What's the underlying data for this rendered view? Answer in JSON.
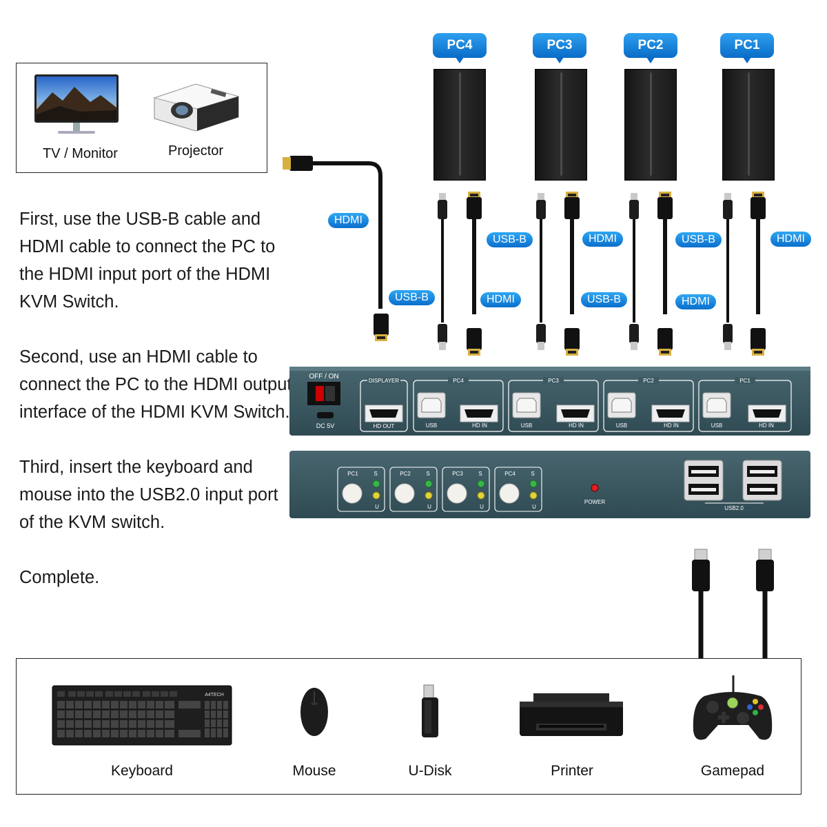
{
  "output_devices": {
    "tv_label": "TV / Monitor",
    "projector_label": "Projector"
  },
  "pcs": [
    {
      "label": "PC4"
    },
    {
      "label": "PC3"
    },
    {
      "label": "PC2"
    },
    {
      "label": "PC1"
    }
  ],
  "cable_labels": {
    "hdmi": "HDMI",
    "usb_b": "USB-B"
  },
  "instructions": [
    "First, use the USB-B cable and HDMI cable to connect the PC to the HDMI input port of the HDMI KVM Switch.",
    "Second, use an HDMI cable to connect the PC to the HDMI output interface of the HDMI KVM Switch.",
    "Third, insert the keyboard and mouse into the USB2.0 input port of the KVM switch.",
    "Complete."
  ],
  "rear_panel": {
    "switch_label": "OFF / ON",
    "dc_label": "DC 5V",
    "displayer_label": "DISPLAYER",
    "hd_out_label": "HD OUT",
    "groups": [
      {
        "label": "PC4",
        "usb": "USB",
        "hdin": "HD IN"
      },
      {
        "label": "PC3",
        "usb": "USB",
        "hdin": "HD IN"
      },
      {
        "label": "PC2",
        "usb": "USB",
        "hdin": "HD IN"
      },
      {
        "label": "PC1",
        "usb": "USB",
        "hdin": "HD IN"
      }
    ]
  },
  "front_panel": {
    "buttons": [
      {
        "label": "PC1",
        "s": "S",
        "u": "U"
      },
      {
        "label": "PC2",
        "s": "S",
        "u": "U"
      },
      {
        "label": "PC3",
        "s": "S",
        "u": "U"
      },
      {
        "label": "PC4",
        "s": "S",
        "u": "U"
      }
    ],
    "power_label": "POWER",
    "usb_label": "USB2.0"
  },
  "keyboard_brand": "A4TECH",
  "peripherals": [
    {
      "label": "Keyboard"
    },
    {
      "label": "Mouse"
    },
    {
      "label": "U-Disk"
    },
    {
      "label": "Printer"
    },
    {
      "label": "Gamepad"
    }
  ],
  "colors": {
    "badge_blue": "#0a6fcc",
    "panel_slate": "#3a5660",
    "led_green": "#39b54a",
    "led_yellow": "#e0d23a",
    "power_led_red": "#e02020"
  }
}
